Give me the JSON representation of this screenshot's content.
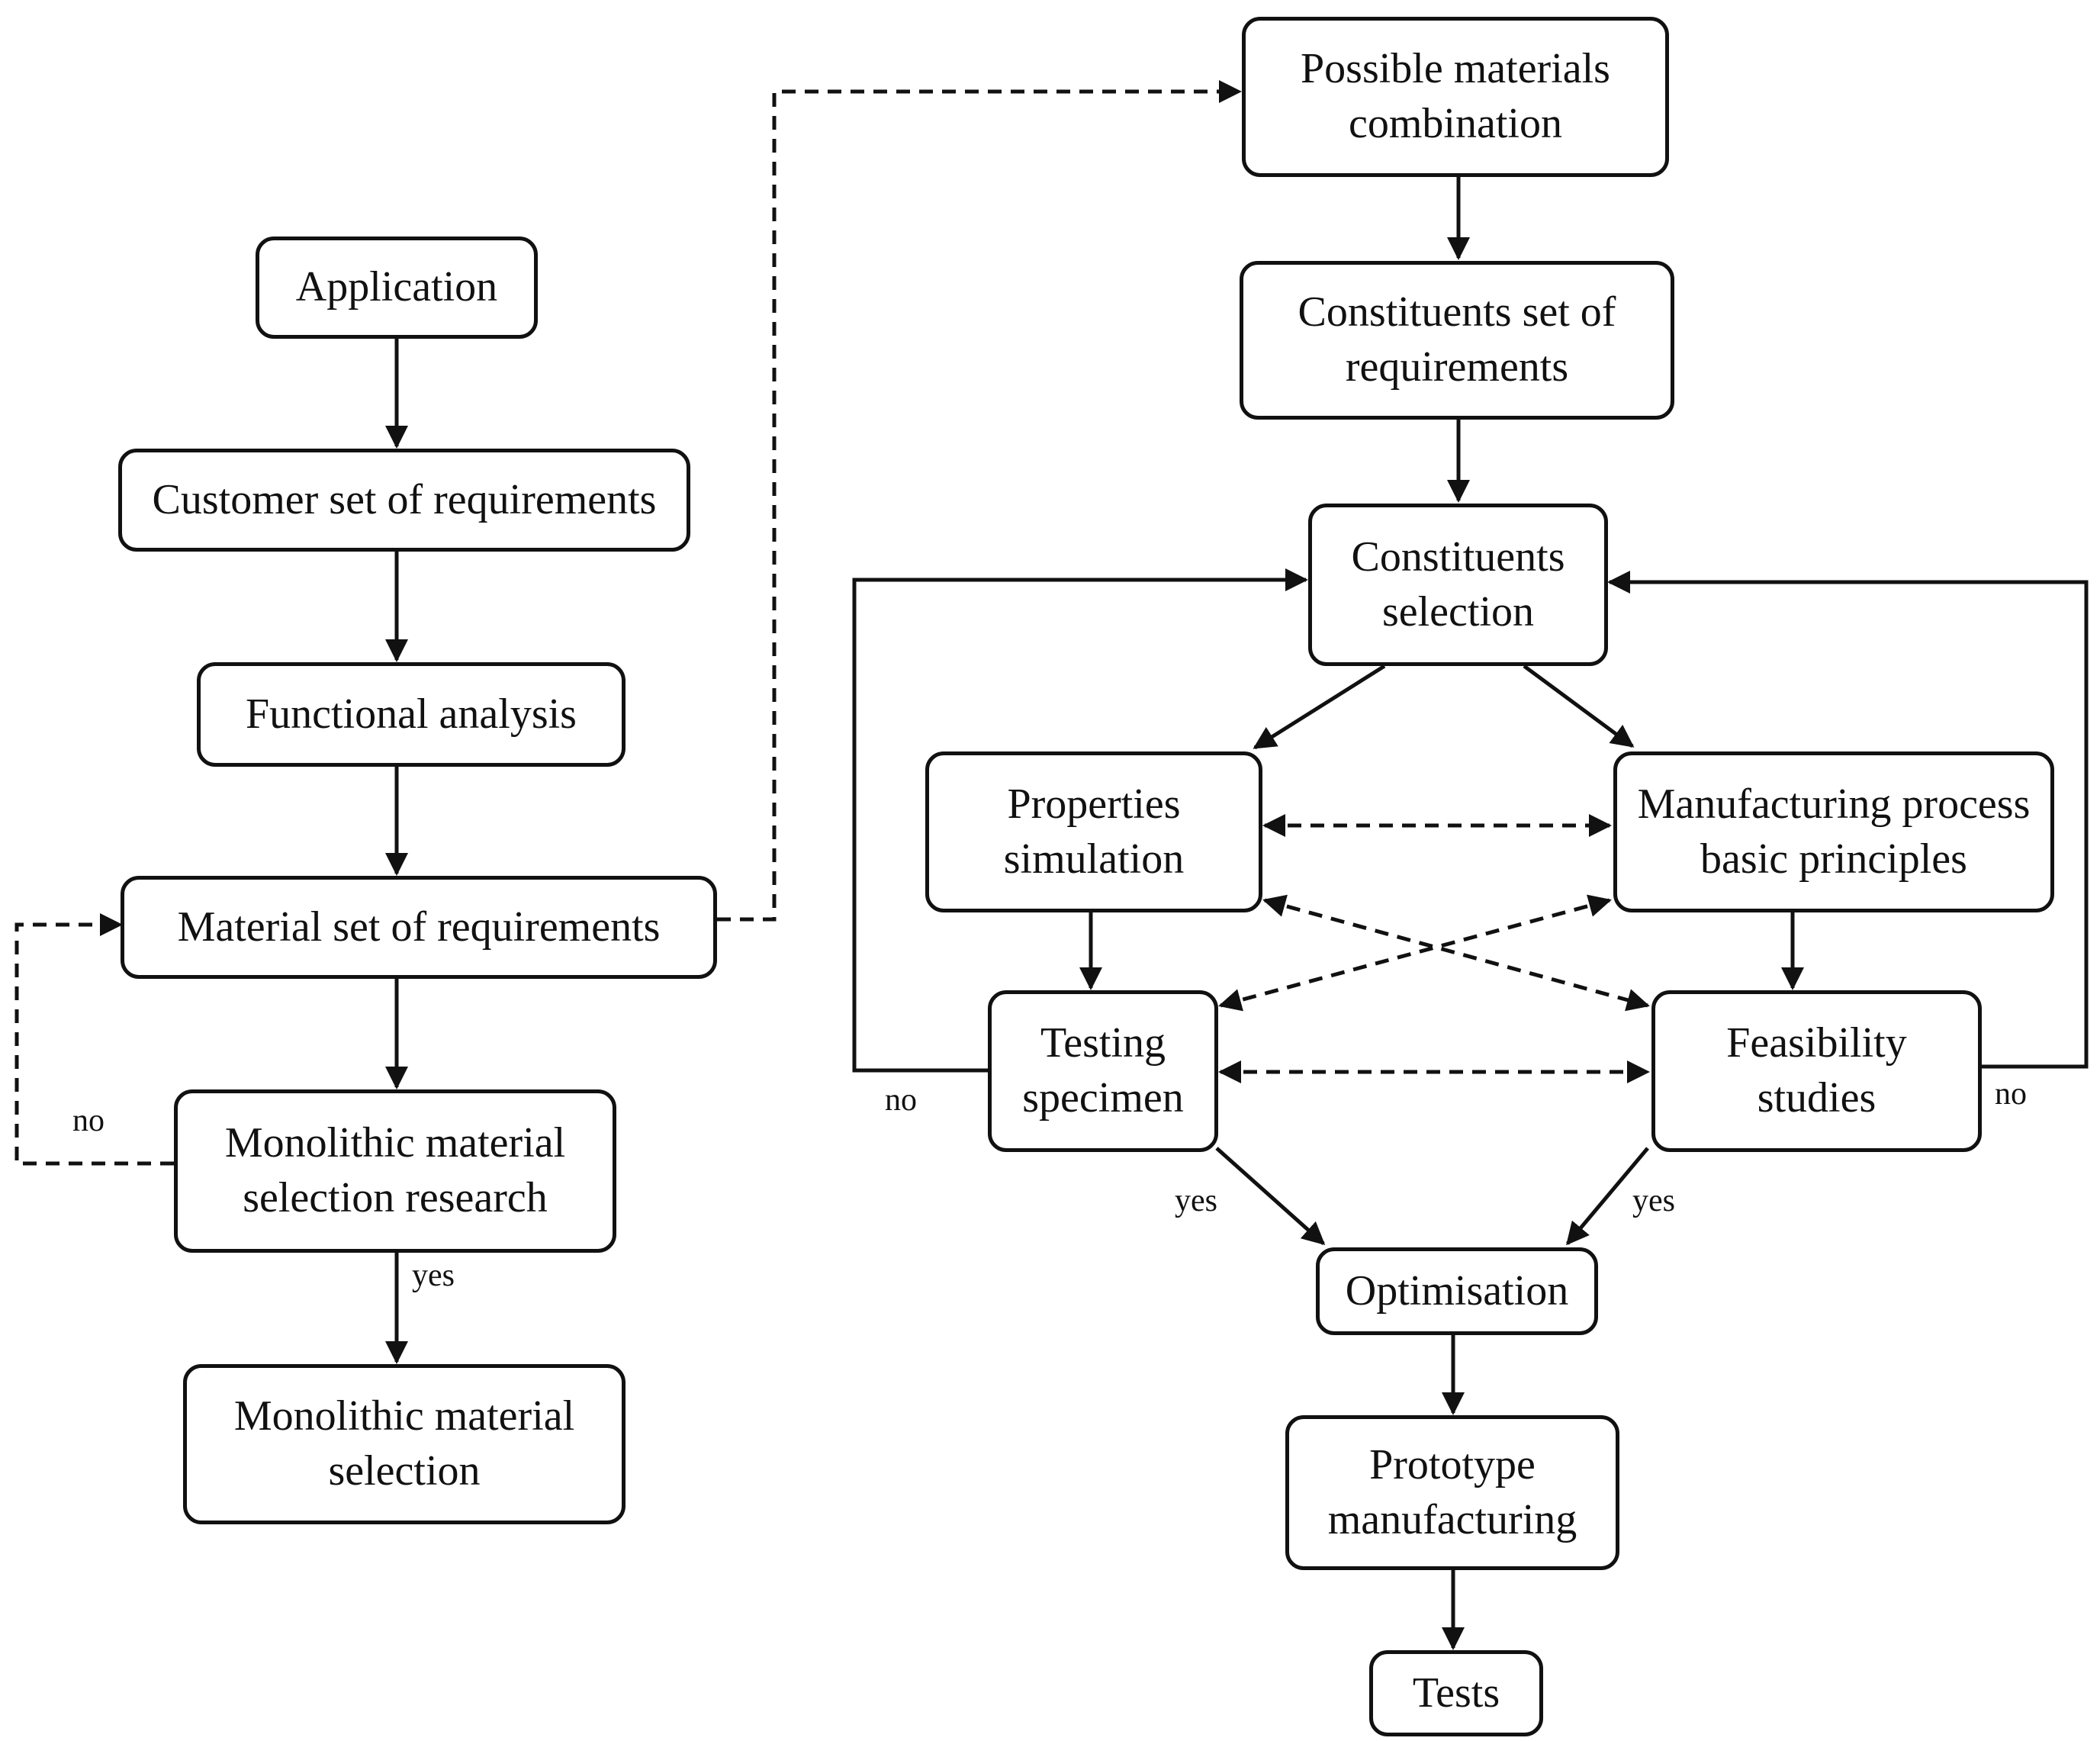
{
  "nodes": {
    "application": "Application",
    "customer_requirements": "Customer set of requirements",
    "functional_analysis": "Functional analysis",
    "material_requirements": "Material set of requirements",
    "monolithic_research": "Monolithic material\nselection research",
    "monolithic_selection": "Monolithic material\nselection",
    "possible_combination": "Possible materials\ncombination",
    "constituents_requirements": "Constituents set of\nrequirements",
    "constituents_selection": "Constituents\nselection",
    "properties_simulation": "Properties\nsimulation",
    "manufacturing_principles": "Manufacturing process\nbasic principles",
    "testing_specimen": "Testing\nspecimen",
    "feasibility_studies": "Feasibility\nstudies",
    "optimisation": "Optimisation",
    "prototype_manufacturing": "Prototype\nmanufacturing",
    "tests": "Tests"
  },
  "labels": {
    "no_left": "no",
    "yes_left": "yes",
    "no_testing": "no",
    "no_feasibility": "no",
    "yes_testing": "yes",
    "yes_feasibility": "yes"
  }
}
